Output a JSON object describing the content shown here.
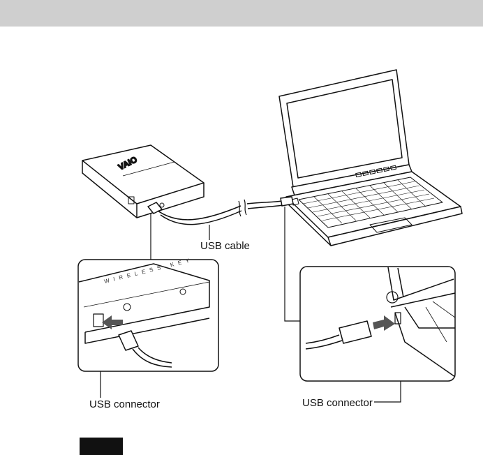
{
  "labels": {
    "usb_cable": "USB cable",
    "usb_connector_left": "USB connector",
    "usb_connector_right": "USB connector"
  },
  "device_brand": "VAIO",
  "device_text": "WIRELESS KEY",
  "colors": {
    "header": "#cfcfcf",
    "line": "#111111",
    "arrow": "#555555"
  }
}
